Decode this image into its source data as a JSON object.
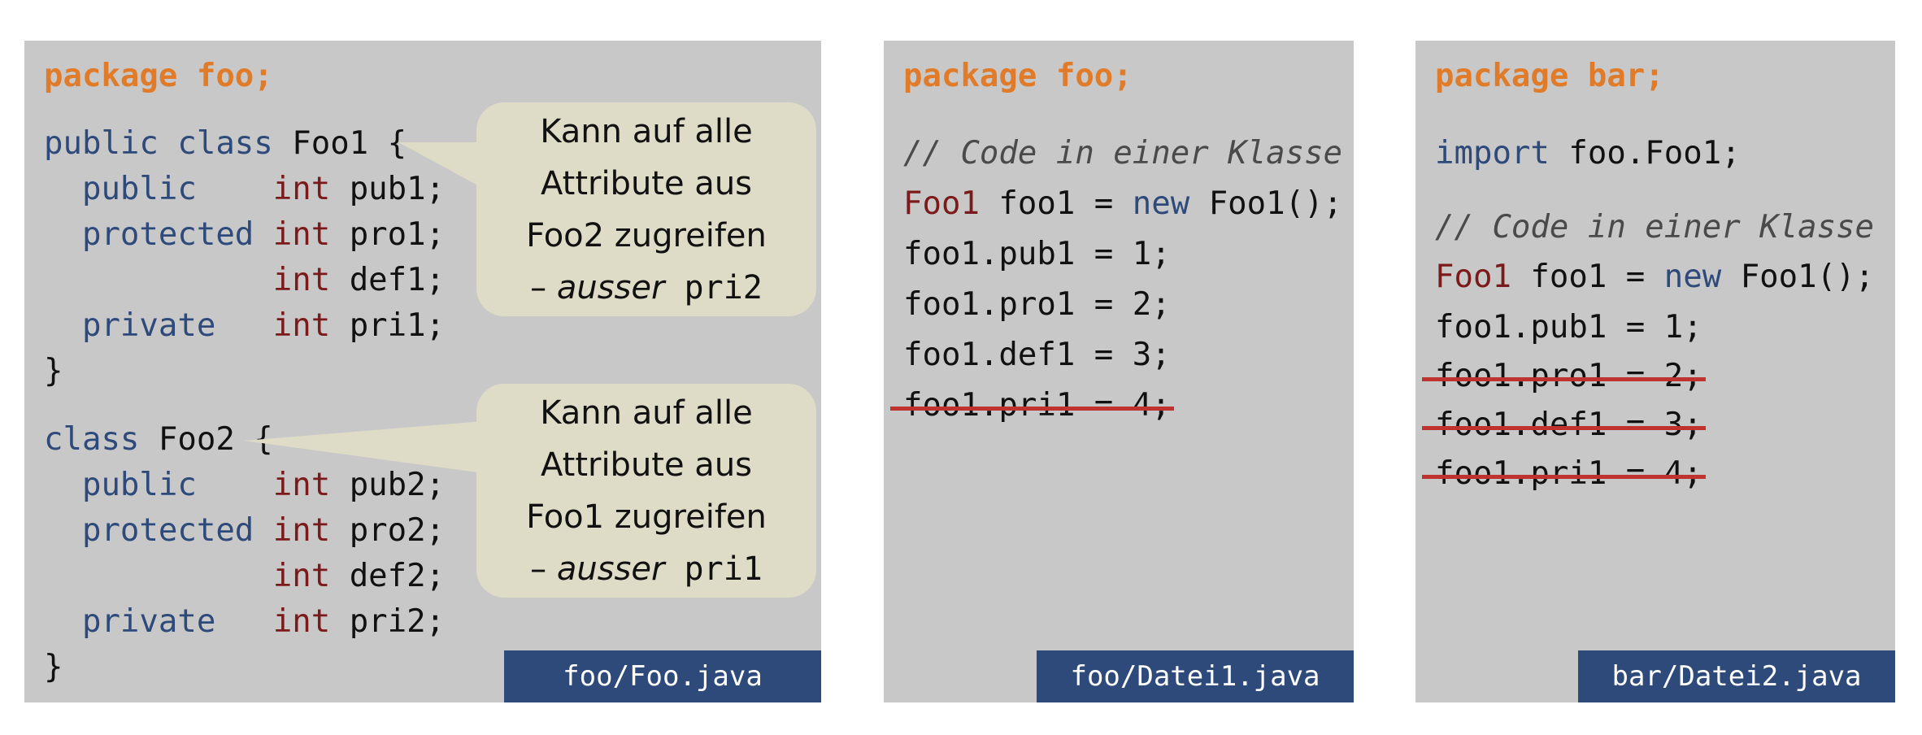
{
  "panel1": {
    "lines": [
      {
        "pkg": "package foo;"
      },
      {
        "kw": "public class",
        "rest": " Foo1 {"
      },
      {
        "kw": "  public    ",
        "ty": "int",
        "rest": " pub1;"
      },
      {
        "kw": "  protected ",
        "ty": "int",
        "rest": " pro1;"
      },
      {
        "kw": "            ",
        "ty": "int",
        "rest": " def1;"
      },
      {
        "kw": "  private   ",
        "ty": "int",
        "rest": " pri1;"
      },
      {
        "rest": "}"
      },
      {
        "kw": "class",
        "rest": " Foo2 {"
      },
      {
        "kw": "  public    ",
        "ty": "int",
        "rest": " pub2;"
      },
      {
        "kw": "  protected ",
        "ty": "int",
        "rest": " pro2;"
      },
      {
        "kw": "            ",
        "ty": "int",
        "rest": " def2;"
      },
      {
        "kw": "  private   ",
        "ty": "int",
        "rest": " pri2;"
      },
      {
        "rest": "}"
      }
    ],
    "callout1": {
      "l1": "Kann auf alle",
      "l2": "Attribute aus",
      "l3": "Foo2 zugreifen",
      "dash": "– ",
      "ital": "ausser",
      "mono": " pri2"
    },
    "callout2": {
      "l1": "Kann auf alle",
      "l2": "Attribute aus",
      "l3": "Foo1 zugreifen",
      "dash": "– ",
      "ital": "ausser",
      "mono": " pri1"
    },
    "footer": "foo/Foo.java"
  },
  "panel2": {
    "pkg": "package foo;",
    "comment": "// Code in einer Klasse",
    "decl": {
      "type": "Foo1",
      "mid": " foo1 = ",
      "kw": "new",
      "end": " Foo1();"
    },
    "stmts": [
      "foo1.pub1 = 1;",
      "foo1.pro1 = 2;",
      "foo1.def1 = 3;",
      "foo1.pri1 = 4;"
    ],
    "footer": "foo/Datei1.java"
  },
  "panel3": {
    "pkg": "package bar;",
    "import_kw": "import",
    "import_rest": " foo.Foo1;",
    "comment": "// Code in einer Klasse",
    "decl": {
      "type": "Foo1",
      "mid": " foo1 = ",
      "kw": "new",
      "end": " Foo1();"
    },
    "stmts": [
      "foo1.pub1 = 1;",
      "foo1.pro1 = 2;",
      "foo1.def1 = 3;",
      "foo1.pri1 = 4;"
    ],
    "footer": "bar/Datei2.java"
  },
  "colors": {
    "package": "#e07b2a",
    "keyword": "#2e4a7a",
    "type": "#7a1a1a",
    "strike": "#c0322e",
    "callout": "#dedbc6",
    "footer": "#2e4a7a"
  }
}
